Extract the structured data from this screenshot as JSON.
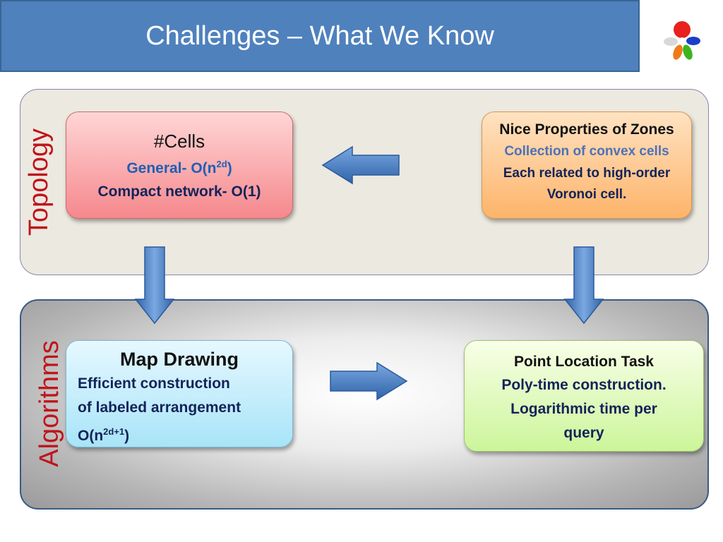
{
  "slide": {
    "title": "Challenges – What We Know"
  },
  "sections": {
    "topology": "Topology",
    "algorithms": "Algorithms"
  },
  "cells_box": {
    "heading": "#Cells",
    "general_prefix": "General- O(n",
    "general_exp": "2d",
    "general_suffix": ")",
    "compact": "Compact network- O(1)"
  },
  "nice_box": {
    "heading": "Nice Properties of Zones",
    "line1": "Collection of convex cells",
    "line2": "Each related to high-order",
    "line3": "Voronoi cell."
  },
  "map_box": {
    "heading": "Map Drawing",
    "line1": "Efficient construction",
    "line2": "of labeled arrangement",
    "complexity_prefix": "O(n",
    "complexity_exp": "2d+1",
    "complexity_suffix": ")"
  },
  "point_box": {
    "heading": "Point Location Task",
    "line1": "Poly-time construction.",
    "line2": "Logarithmic time per",
    "line3": "query"
  },
  "colors": {
    "title_bar": "#4f81bd",
    "section_label": "#c0141b",
    "arrow_fill": "#4a7ec4",
    "cells_box": "#f5888d",
    "nice_box": "#fdb46a",
    "map_box": "#a8e4f8",
    "point_box": "#ccf59a"
  }
}
